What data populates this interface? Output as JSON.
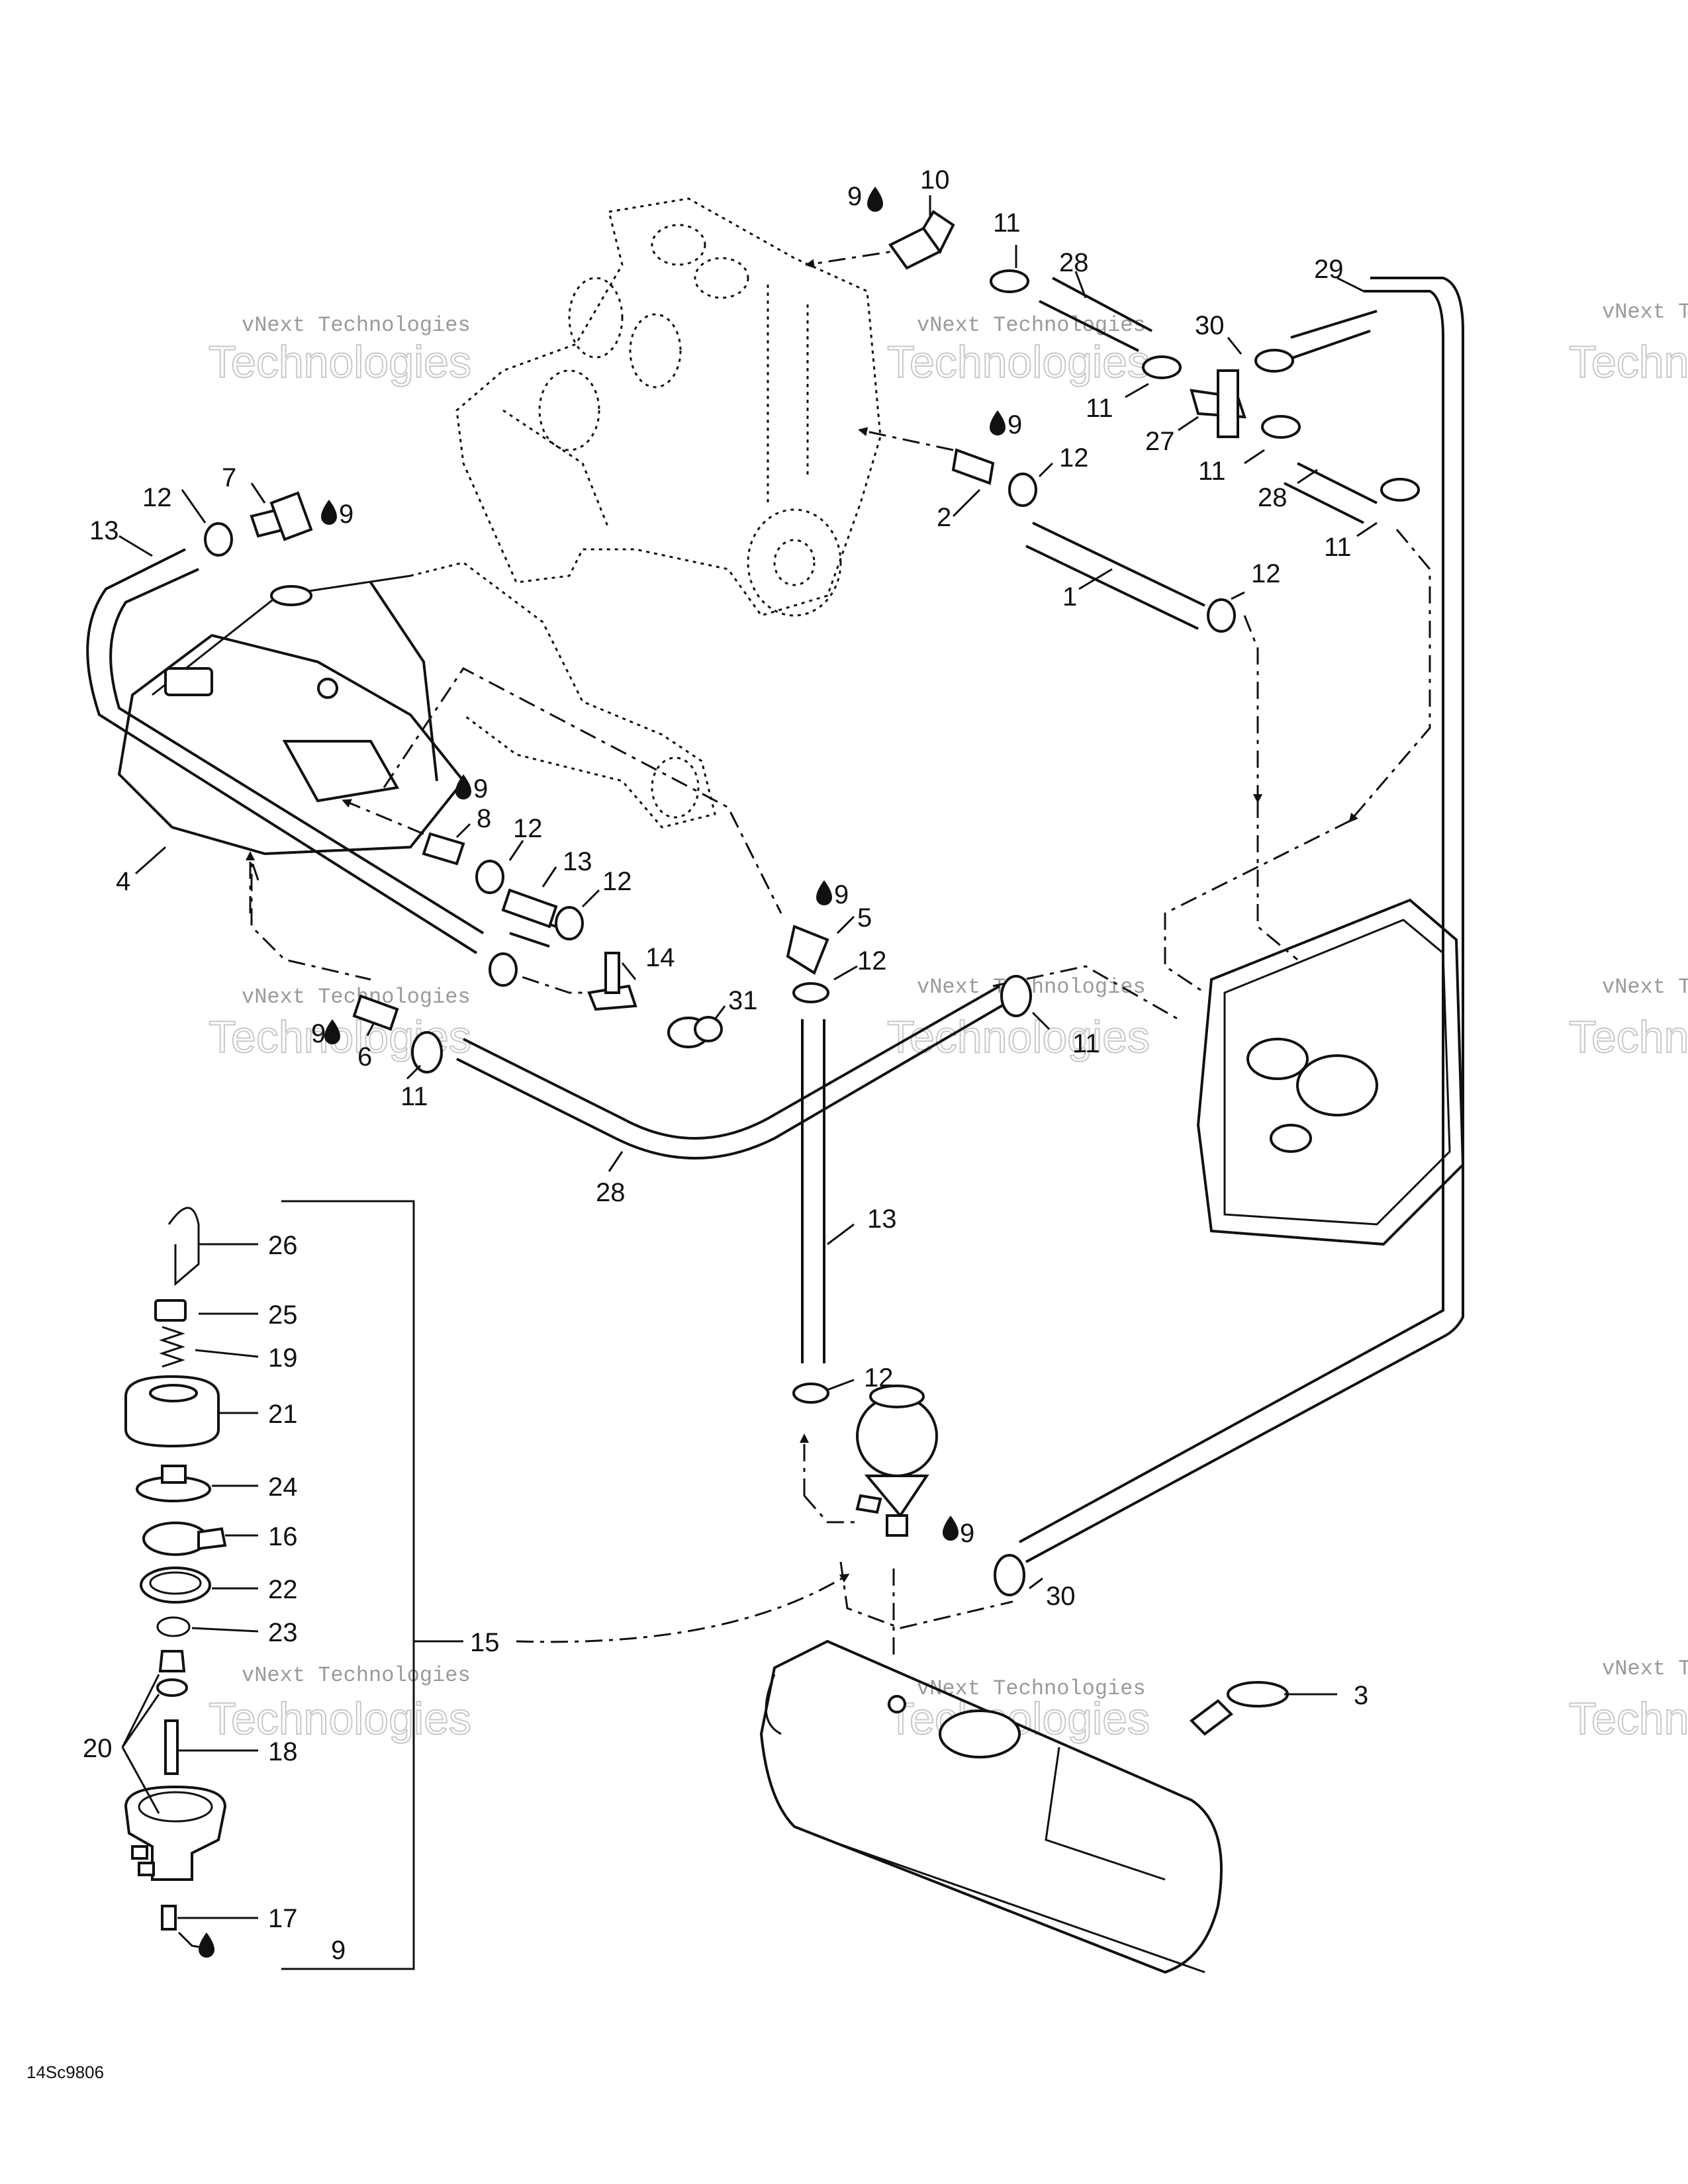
{
  "labels": [
    {
      "id": "p10",
      "text": "10"
    },
    {
      "id": "p9a",
      "text": "9"
    },
    {
      "id": "p11a",
      "text": "11"
    },
    {
      "id": "p28a",
      "text": "28"
    },
    {
      "id": "p29",
      "text": "29"
    },
    {
      "id": "p30a",
      "text": "30"
    },
    {
      "id": "p11b",
      "text": "11"
    },
    {
      "id": "p27",
      "text": "27"
    },
    {
      "id": "p11c",
      "text": "11"
    },
    {
      "id": "p28b",
      "text": "28"
    },
    {
      "id": "p11d",
      "text": "11"
    },
    {
      "id": "p9b",
      "text": "9"
    },
    {
      "id": "p12a",
      "text": "12"
    },
    {
      "id": "p2",
      "text": "2"
    },
    {
      "id": "p1",
      "text": "1"
    },
    {
      "id": "p12b",
      "text": "12"
    },
    {
      "id": "p7",
      "text": "7"
    },
    {
      "id": "p12c",
      "text": "12"
    },
    {
      "id": "p9c",
      "text": "9"
    },
    {
      "id": "p13a",
      "text": "13"
    },
    {
      "id": "p4",
      "text": "4"
    },
    {
      "id": "p9d",
      "text": "9"
    },
    {
      "id": "p8",
      "text": "8"
    },
    {
      "id": "p12d",
      "text": "12"
    },
    {
      "id": "p13b",
      "text": "13"
    },
    {
      "id": "p12e",
      "text": "12"
    },
    {
      "id": "p9e",
      "text": "9"
    },
    {
      "id": "p5",
      "text": "5"
    },
    {
      "id": "p14",
      "text": "14"
    },
    {
      "id": "p12f",
      "text": "12"
    },
    {
      "id": "p31",
      "text": "31"
    },
    {
      "id": "p11e",
      "text": "11"
    },
    {
      "id": "p9f",
      "text": "9"
    },
    {
      "id": "p6",
      "text": "6"
    },
    {
      "id": "p11f",
      "text": "11"
    },
    {
      "id": "p28c",
      "text": "28"
    },
    {
      "id": "p26",
      "text": "26"
    },
    {
      "id": "p25",
      "text": "25"
    },
    {
      "id": "p19",
      "text": "19"
    },
    {
      "id": "p21",
      "text": "21"
    },
    {
      "id": "p24",
      "text": "24"
    },
    {
      "id": "p16",
      "text": "16"
    },
    {
      "id": "p22",
      "text": "22"
    },
    {
      "id": "p23",
      "text": "23"
    },
    {
      "id": "p15",
      "text": "15"
    },
    {
      "id": "p20",
      "text": "20"
    },
    {
      "id": "p18",
      "text": "18"
    },
    {
      "id": "p17",
      "text": "17"
    },
    {
      "id": "p9g",
      "text": "9"
    },
    {
      "id": "p13c",
      "text": "13"
    },
    {
      "id": "p12g",
      "text": "12"
    },
    {
      "id": "p9h",
      "text": "9"
    },
    {
      "id": "p30b",
      "text": "30"
    },
    {
      "id": "p3",
      "text": "3"
    }
  ],
  "watermark": {
    "line1": "vNext Technologies",
    "line2": "Technologies"
  },
  "drawing_code": "14Sc9806"
}
